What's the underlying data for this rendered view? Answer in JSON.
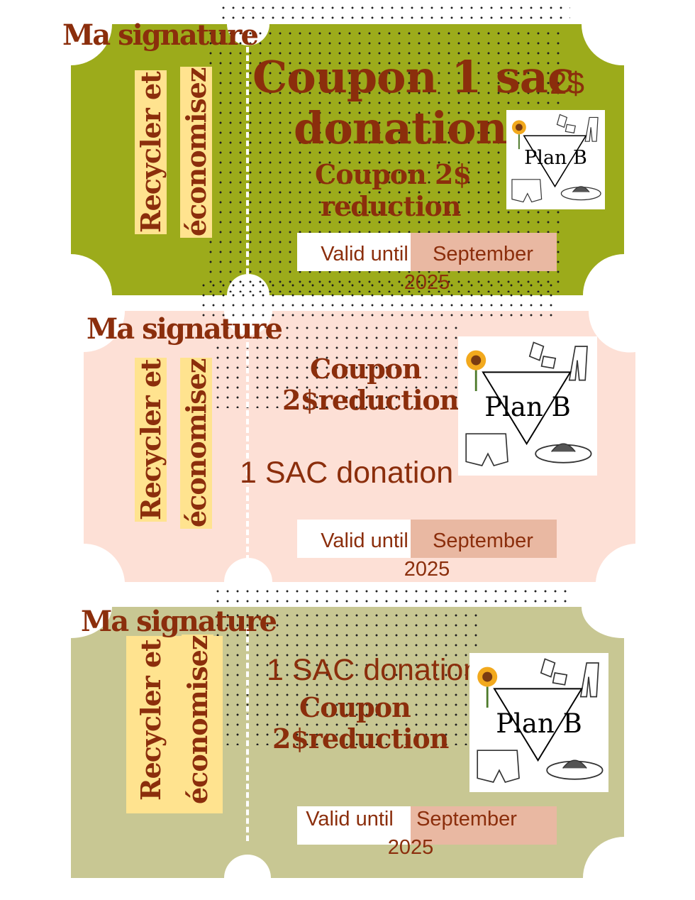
{
  "colors": {
    "ticket1": "#9cab1b",
    "ticket2": "#fde0d6",
    "ticket3": "#c8c793",
    "text": "#8b2e0c",
    "highlight": "#ffe38f",
    "date_box": "#e9b8a2"
  },
  "coupons": [
    {
      "signature": "Ma signature",
      "vertical_line1": "Recycler et",
      "vertical_line2": "économisez",
      "title_line1": "Coupon 1 sac",
      "title_line2": "donation",
      "price": "2$",
      "reduction_line1": "Coupon 2$",
      "reduction_line2": "reduction",
      "logo_text": "Plan B",
      "valid_label": "Valid until",
      "valid_month": "September",
      "valid_year": "2025"
    },
    {
      "signature": "Ma signature",
      "vertical_line1": "Recycler et",
      "vertical_line2": "économisez",
      "reduction_line1": "Coupon",
      "reduction_line2": "2$reduction",
      "sac_text": "1 SAC donation",
      "logo_text": "Plan B",
      "valid_label": "Valid until",
      "valid_month": "September",
      "valid_year": "2025"
    },
    {
      "signature": "Ma signature",
      "vertical_line1": "Recycler et",
      "vertical_line2": "économisez",
      "sac_text": "1 SAC donation",
      "reduction_line1": "Coupon",
      "reduction_line2": "2$reduction",
      "logo_text": "Plan B",
      "valid_label": "Valid until",
      "valid_month": "September",
      "valid_year": "2025"
    }
  ]
}
